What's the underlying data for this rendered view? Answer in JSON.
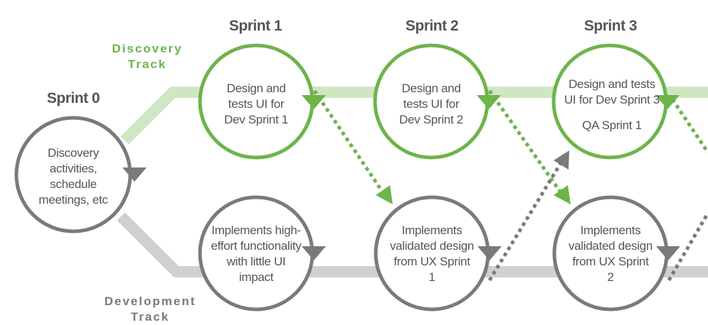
{
  "colors": {
    "green": "#6db44b",
    "green_light": "#cfe6c3",
    "gray": "#7a7a7a",
    "gray_light": "#d0d0d0",
    "text": "#555555"
  },
  "tracks": {
    "discovery": "Discovery Track",
    "development": "Development Track"
  },
  "sprints": [
    {
      "title": "Sprint 0",
      "text": "Discovery activities, schedule meetings, etc"
    },
    {
      "title": "Sprint 1"
    },
    {
      "title": "Sprint 2"
    },
    {
      "title": "Sprint 3"
    }
  ],
  "discovery_items": [
    {
      "text": "Design and tests UI for Dev Sprint 1"
    },
    {
      "text": "Design and tests UI for Dev Sprint 2"
    },
    {
      "text": "Design and tests UI for Dev Sprint 3",
      "extra": "QA Sprint 1"
    }
  ],
  "development_items": [
    {
      "text": "Implements high-effort functionality with little UI impact"
    },
    {
      "text": "Implements validated design from UX Sprint 1"
    },
    {
      "text": "Implements validated design from UX Sprint 2"
    }
  ]
}
